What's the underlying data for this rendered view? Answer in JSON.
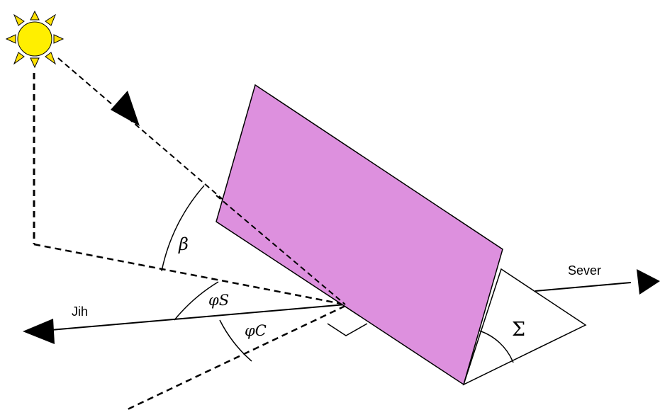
{
  "labels": {
    "beta": "β",
    "phi_s": "φS",
    "phi_c": "φC",
    "sigma": "Σ",
    "south": "Jih",
    "north": "Sever"
  },
  "colors": {
    "panel_fill": "#dd90de",
    "sun_fill": "#ffef00",
    "line": "#000000"
  },
  "icons": {
    "sun": "sun-icon"
  }
}
